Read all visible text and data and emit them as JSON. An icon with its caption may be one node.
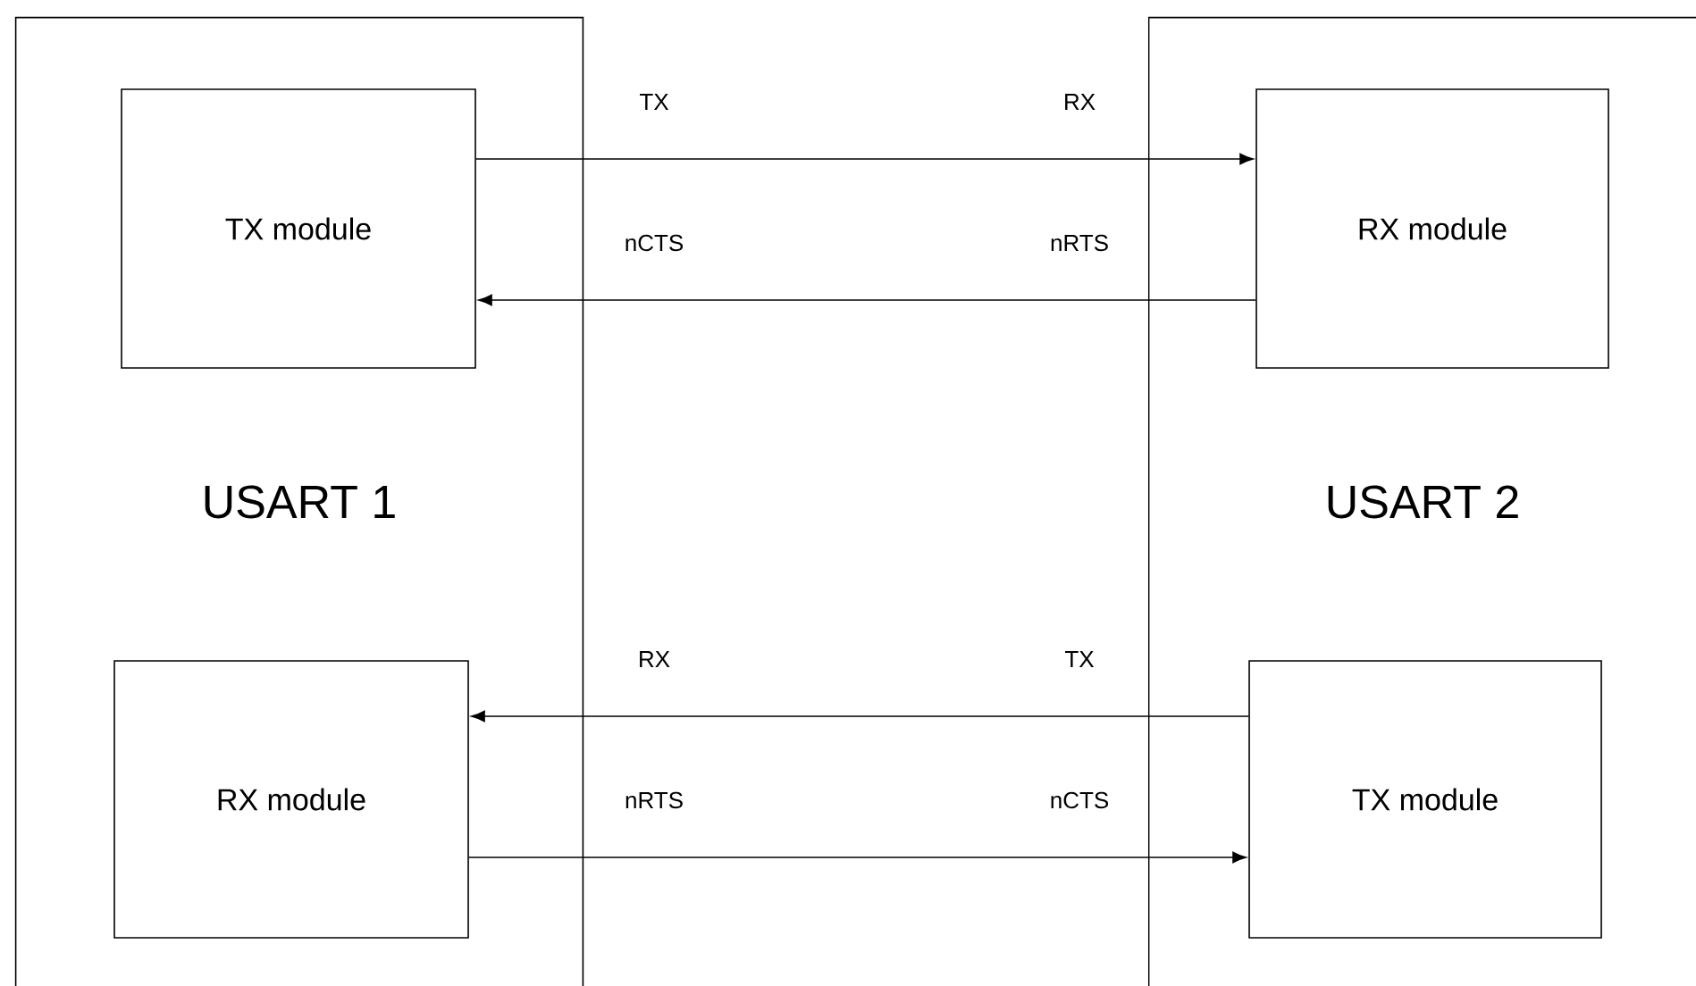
{
  "diagram": {
    "nodes": [
      {
        "text": [
          "USART 1"
        ]
      },
      {
        "text": [
          "TX module"
        ],
        "in": 0
      },
      {
        "text": [
          "RX module"
        ],
        "in": 0
      },
      {
        "text": [
          "USART 2"
        ]
      },
      {
        "text": [
          "RX module"
        ],
        "in": 3
      },
      {
        "text": [
          "TX module"
        ],
        "in": 3
      }
    ],
    "edges": [
      {
        "from": 1,
        "to": 4,
        "arrow": "to"
      },
      {
        "from": 4,
        "to": 1,
        "arrow": "to"
      },
      {
        "from": 5,
        "to": 2,
        "arrow": "to"
      },
      {
        "from": 2,
        "to": 5,
        "arrow": "to"
      }
    ],
    "labels": [
      "TX",
      "RX",
      "nCTS",
      "nRTS",
      "RX",
      "TX",
      "nRTS",
      "nCTS"
    ]
  }
}
